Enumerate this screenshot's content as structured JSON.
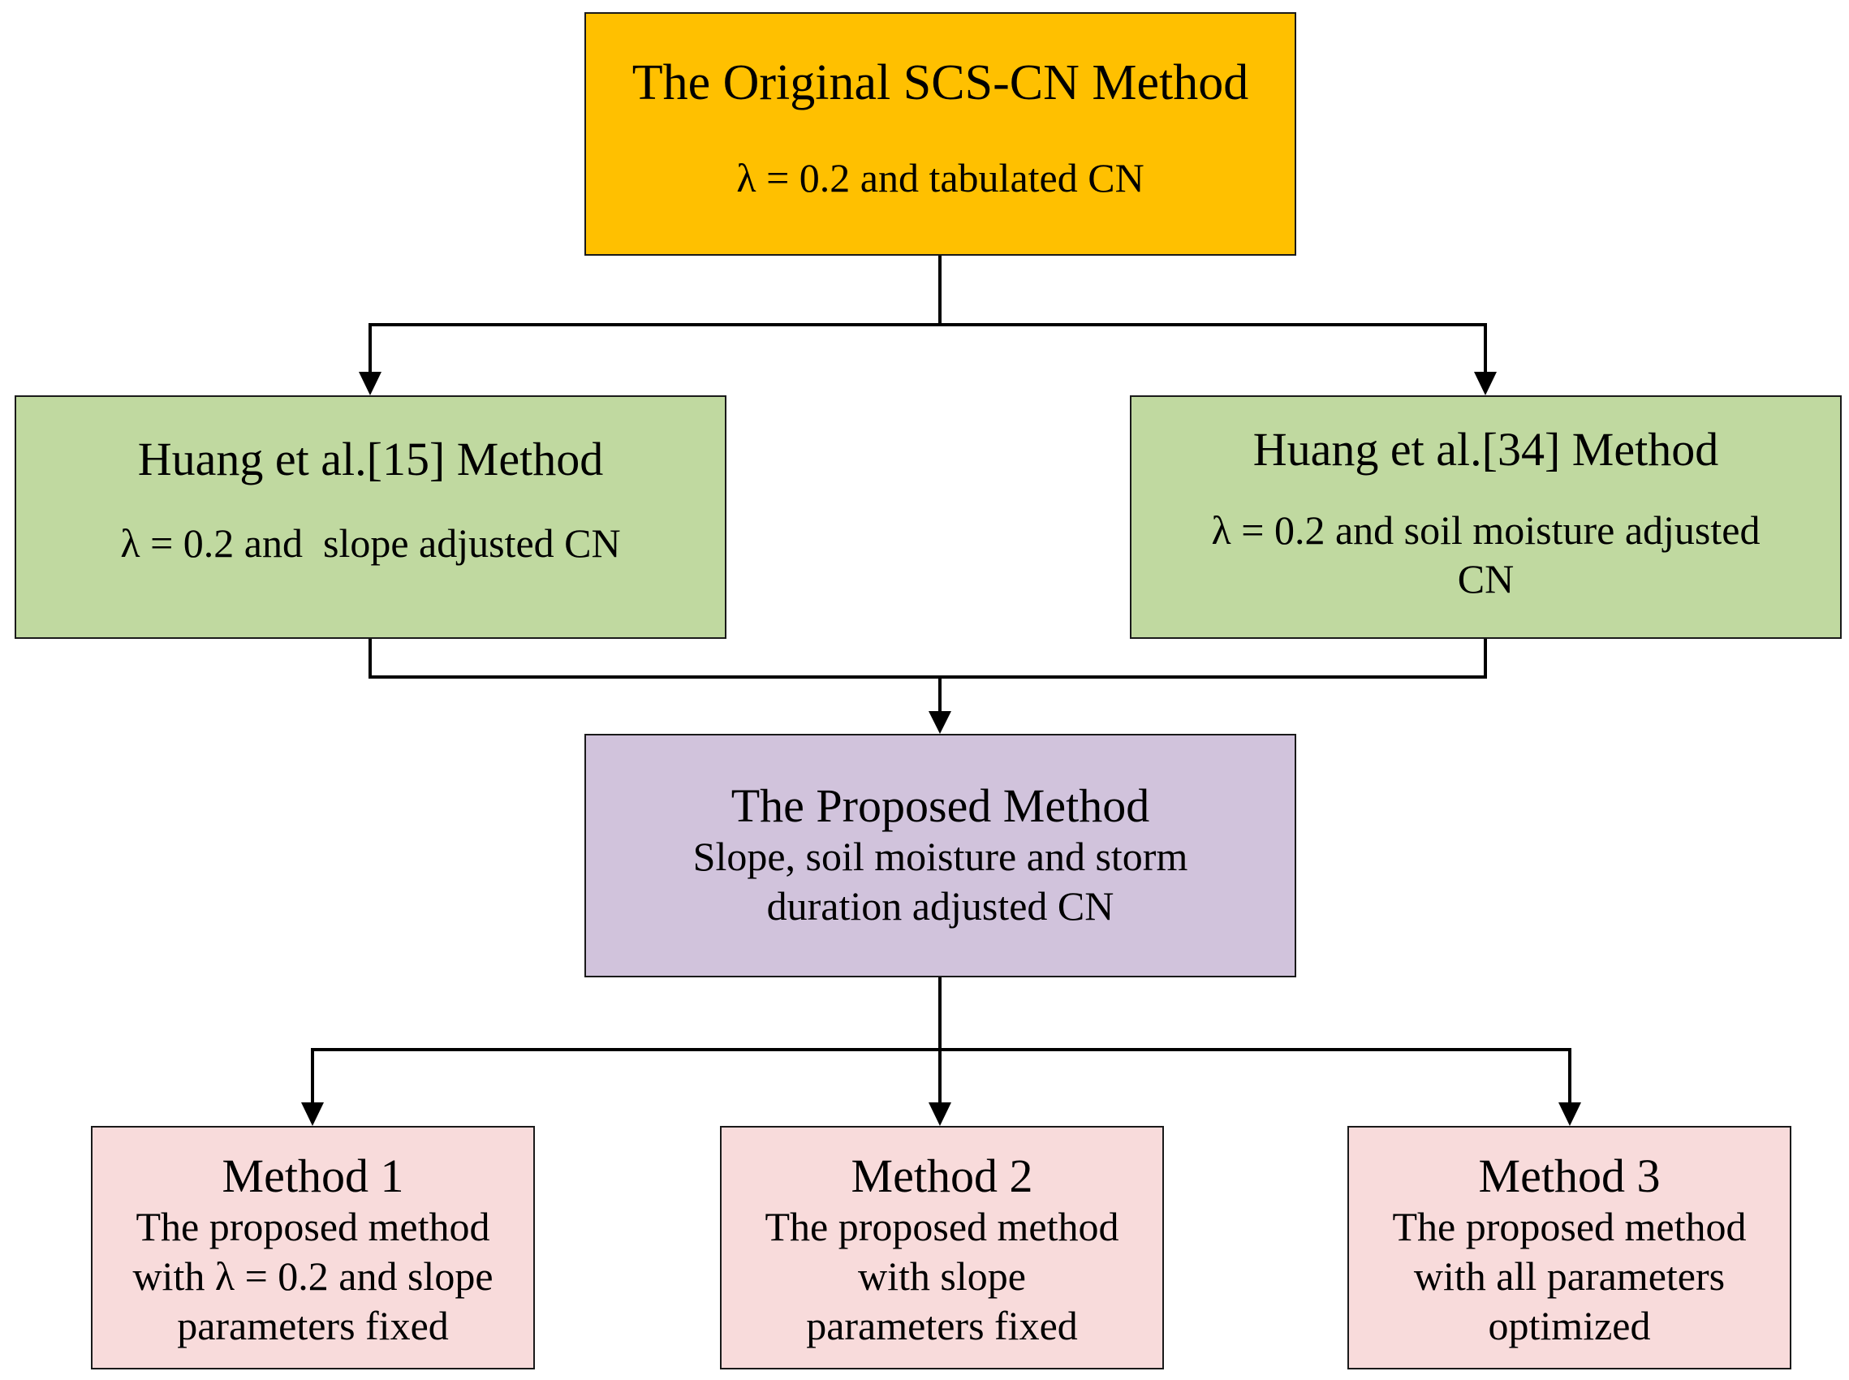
{
  "diagram": {
    "original": {
      "title": "The Original SCS-CN Method",
      "subtitle": "λ = 0.2 and tabulated CN",
      "color": "#ffc000"
    },
    "huang15": {
      "title": "Huang et al.[15] Method",
      "subtitle": "λ = 0.2 and  slope adjusted CN",
      "color": "#c0d9a0"
    },
    "huang34": {
      "title": "Huang et al.[34] Method",
      "subtitle_line1": "λ = 0.2 and soil moisture adjusted",
      "subtitle_line2": "CN",
      "color": "#c0d9a0"
    },
    "proposed": {
      "title": "The Proposed Method",
      "subtitle_line1": "Slope, soil moisture and storm",
      "subtitle_line2": "duration adjusted CN",
      "color": "#d1c3dc"
    },
    "methods": [
      {
        "title": "Method 1",
        "line1": "The proposed method",
        "line2": "with λ = 0.2 and slope",
        "line3": "parameters fixed"
      },
      {
        "title": "Method 2",
        "line1": "The proposed method",
        "line2": "with slope",
        "line3": "parameters fixed"
      },
      {
        "title": "Method 3",
        "line1": "The proposed method",
        "line2": "with all parameters",
        "line3": "optimized"
      }
    ],
    "method_color": "#f8dbdb"
  }
}
